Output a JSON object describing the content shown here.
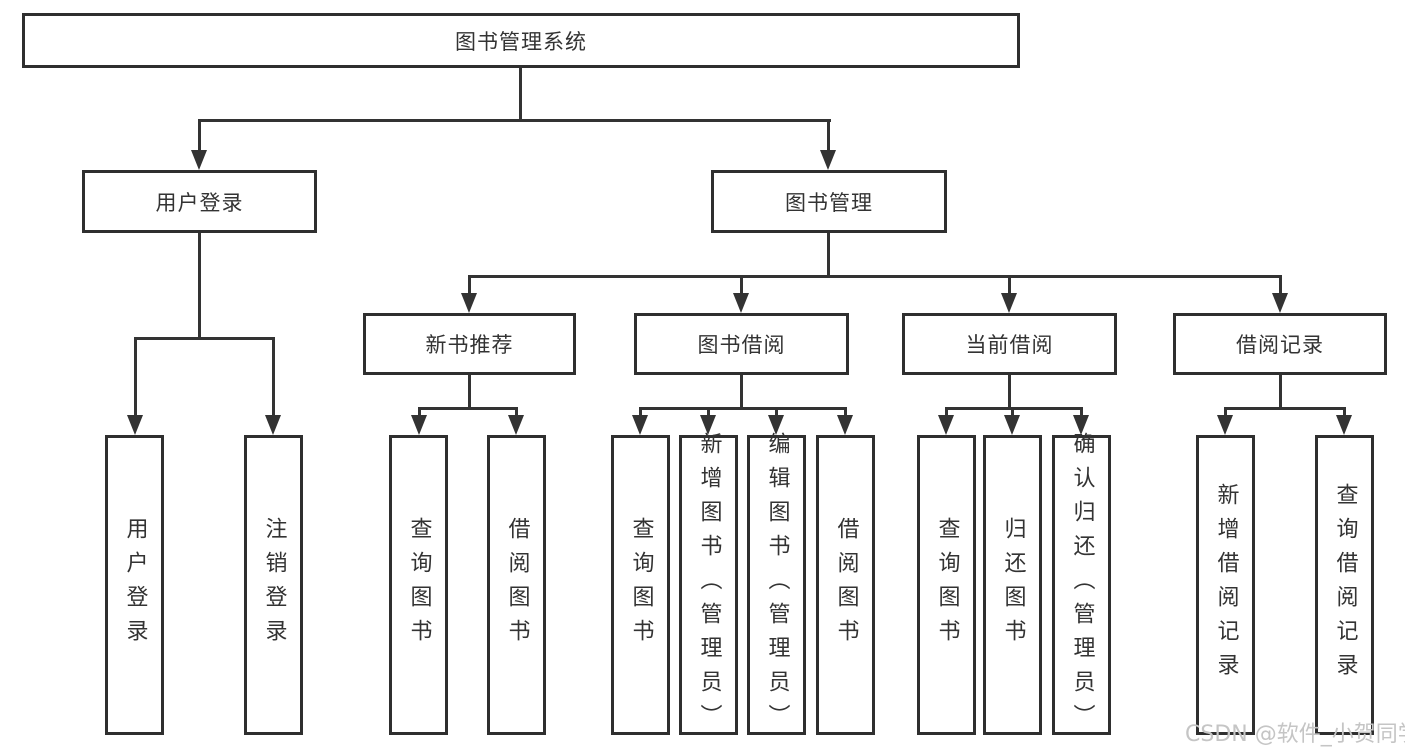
{
  "colors": {
    "line": "#333333",
    "box_border": "#2f2f2f",
    "box_fill": "#ffffff",
    "text": "#333333",
    "watermark_text": "#c5c5c5",
    "background": "#ffffff"
  },
  "watermark": {
    "text": "CSDN @软件_小贺同学"
  },
  "tree": {
    "label": "图书管理系统",
    "children": [
      {
        "label": "用户登录",
        "children": [
          {
            "label": "用户登录"
          },
          {
            "label": "注销登录"
          }
        ]
      },
      {
        "label": "图书管理",
        "children": [
          {
            "label": "新书推荐",
            "children": [
              {
                "label": "查询图书"
              },
              {
                "label": "借阅图书"
              }
            ]
          },
          {
            "label": "图书借阅",
            "children": [
              {
                "label": "查询图书"
              },
              {
                "label": "新增图书（管理员）"
              },
              {
                "label": "编辑图书（管理员）"
              },
              {
                "label": "借阅图书"
              }
            ]
          },
          {
            "label": "当前借阅",
            "children": [
              {
                "label": "查询图书"
              },
              {
                "label": "归还图书"
              },
              {
                "label": "确认归还（管理员）"
              }
            ]
          },
          {
            "label": "借阅记录",
            "children": [
              {
                "label": "新增借阅记录"
              },
              {
                "label": "查询借阅记录"
              }
            ]
          }
        ]
      }
    ]
  }
}
